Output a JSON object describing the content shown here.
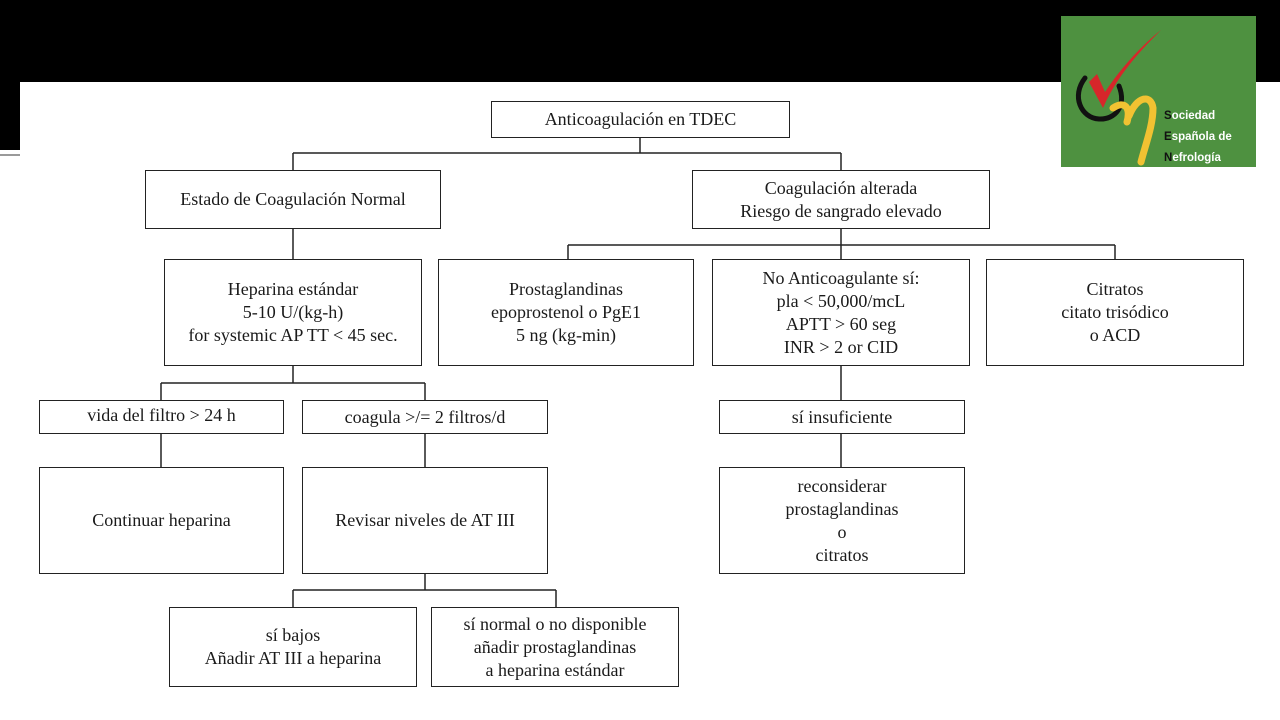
{
  "diagram": {
    "root": "Anticoagulación en TDEC",
    "normal": "Estado de Coagulación Normal",
    "altered": [
      "Coagulación alterada",
      "Riesgo de sangrado elevado"
    ],
    "heparin": [
      "Heparina estándar",
      "5-10 U/(kg-h)",
      "for systemic AP TT < 45 sec."
    ],
    "prostaglandins": [
      "Prostaglandinas",
      "epoprostenol o PgE1",
      "5 ng (kg-min)"
    ],
    "no_anticoag": [
      "No Anticoagulante sí:",
      "pla < 50,000/mcL",
      "APTT > 60 seg",
      "INR > 2 or CID"
    ],
    "citrates": [
      "Citratos",
      "citato trisódico",
      "o ACD"
    ],
    "filter_life": "vida del filtro > 24 h",
    "clotting": "coagula >/= 2 filtros/d",
    "insufficient": "sí insuficiente",
    "continue": "Continuar heparina",
    "review": "Revisar niveles de AT III",
    "reconsider": [
      "reconsiderar",
      "prostaglandinas",
      "o",
      "citratos"
    ],
    "low": [
      "sí bajos",
      "Añadir AT III a heparina"
    ],
    "normal_na": [
      "sí normal o no disponible",
      "añadir prostaglandinas",
      "a heparina estándar"
    ]
  },
  "logo": {
    "name_lines": [
      {
        "initial": "S",
        "rest": "ociedad"
      },
      {
        "initial": "E",
        "rest": "spañola de"
      },
      {
        "initial": "N",
        "rest": "efrología"
      }
    ],
    "colors": {
      "background": "#4e9140",
      "check": "#d7262a",
      "mark": "#f1c232"
    }
  }
}
